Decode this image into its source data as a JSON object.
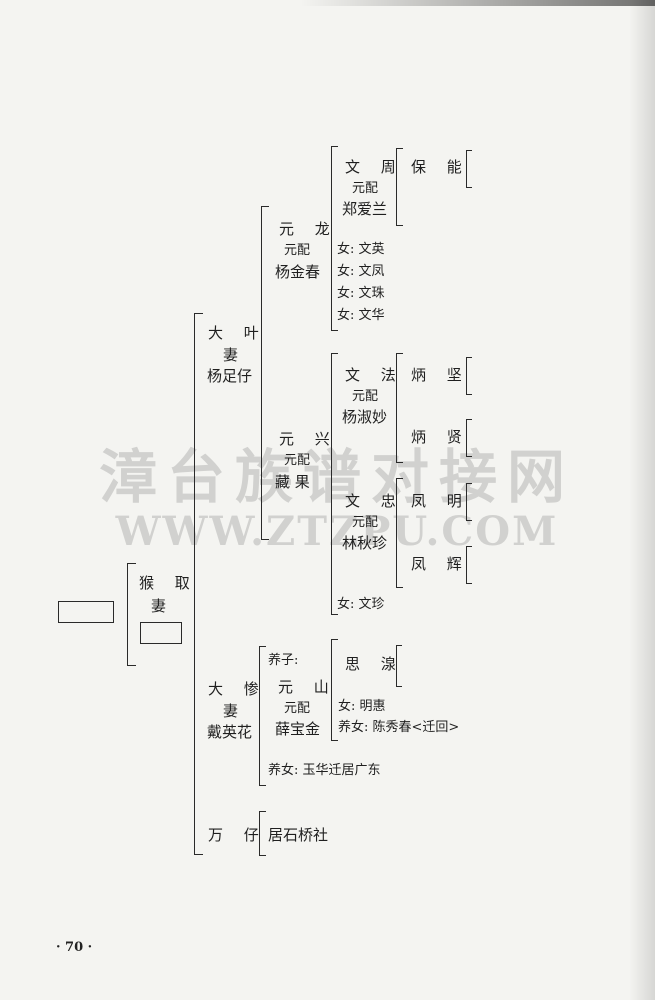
{
  "watermark": {
    "line1": "漳台族谱对接网",
    "line2": "WWW.ZTZPU.COM"
  },
  "page_number": "· 70 ·",
  "g1": {
    "name": "猴 取",
    "spouse": "妻"
  },
  "g2": {
    "daye": {
      "name": "大 叶",
      "spouse_label": "妻",
      "spouse": "杨足仔"
    },
    "dacan": {
      "name": "大 惨",
      "spouse_label": "妻",
      "spouse": "戴英花"
    },
    "wanzai": {
      "name": "万 仔",
      "note": "居石桥社"
    }
  },
  "g3": {
    "yuanlong": {
      "name": "元 龙",
      "spouse_label": "元配",
      "spouse": "杨金春"
    },
    "yuanxing": {
      "name": "元 兴",
      "spouse_label": "元配",
      "spouse": "藏 果"
    },
    "yuanshan": {
      "adopted_label": "养子:",
      "name": "元 山",
      "spouse_label": "元配",
      "spouse": "薛宝金"
    },
    "yuhua": "养女: 玉华迁居广东"
  },
  "g4": {
    "wenzhou": {
      "name": "文 周",
      "spouse_label": "元配",
      "spouse": "郑爱兰"
    },
    "daughters_yuanlong": [
      "女: 文英",
      "女: 文凤",
      "女: 文珠",
      "女: 文华"
    ],
    "wenfa": {
      "name": "文 法",
      "spouse_label": "元配",
      "spouse": "杨淑妙"
    },
    "wenzhong": {
      "name": "文 忠",
      "spouse_label": "元配",
      "spouse": "林秋珍"
    },
    "wenzhen": "女: 文珍",
    "siyuan": "思 湶",
    "minghui": "女: 明惠",
    "xiuchun": "养女: 陈秀春<迁回>"
  },
  "g5": {
    "baoneng": "保 能",
    "bingjian": "炳 坚",
    "bingxian": "炳 贤",
    "fengming": "凤 明",
    "fenghui": "凤 辉"
  }
}
